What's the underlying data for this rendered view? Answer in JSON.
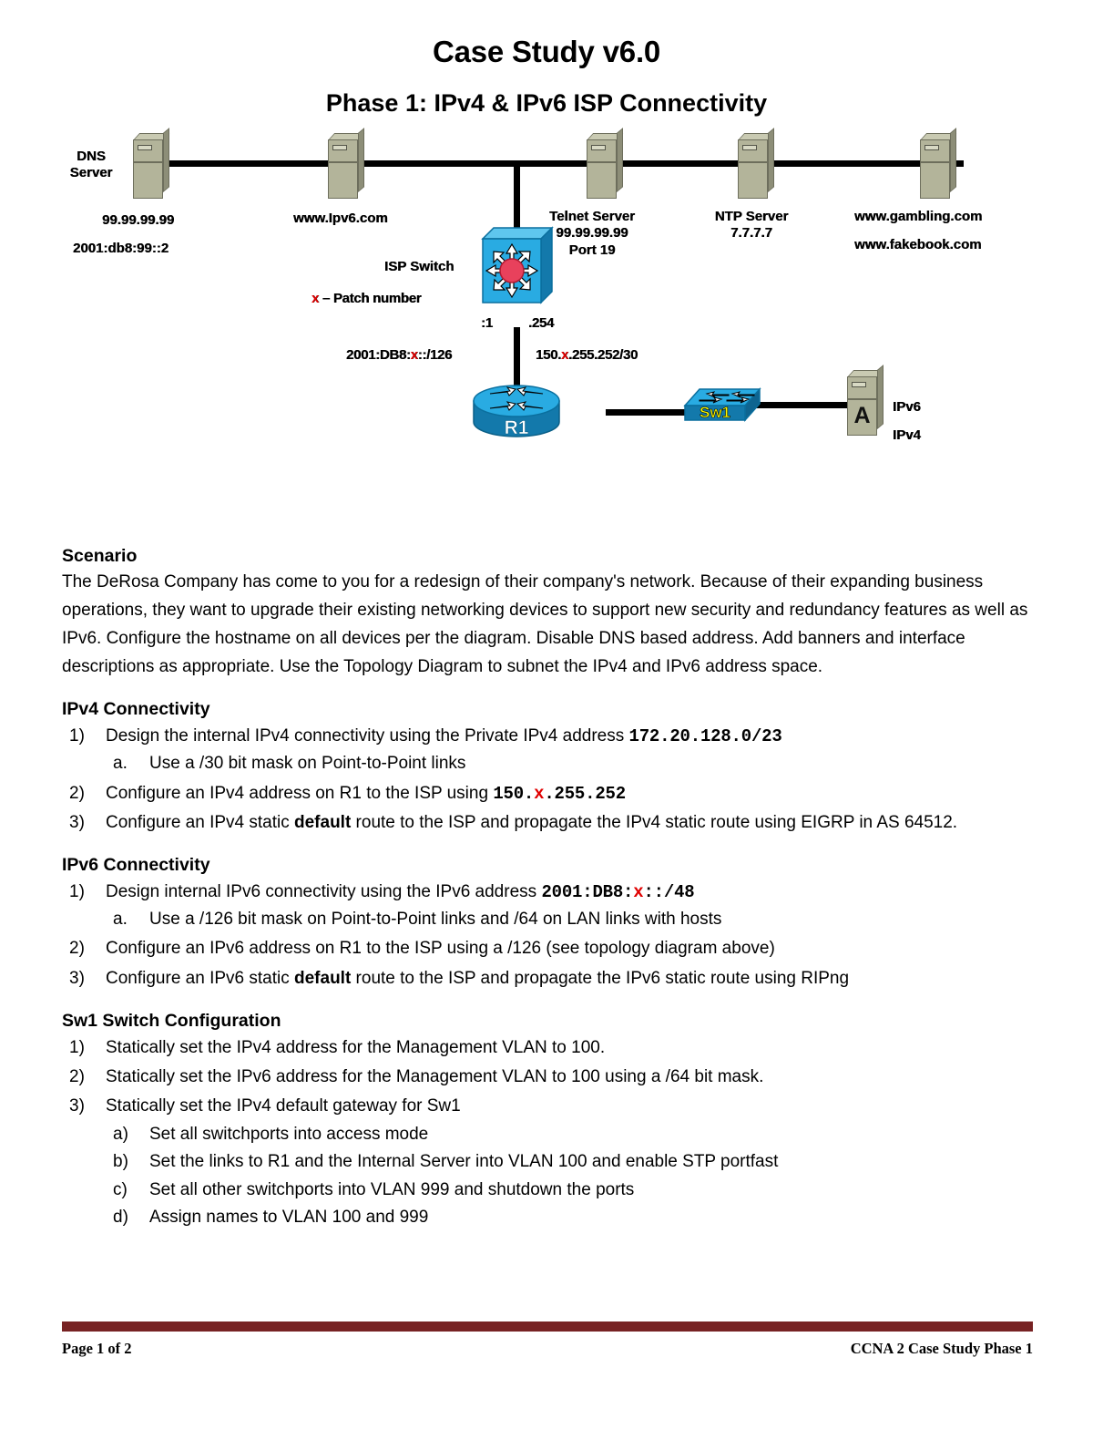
{
  "document": {
    "title": "Case Study v6.0",
    "subtitle": "Phase 1: IPv4 & IPv6 ISP Connectivity"
  },
  "diagram": {
    "dns_server_label_line1": "DNS",
    "dns_server_label_line2": "Server",
    "dns_ipv4": "99.99.99.99",
    "dns_ipv6": "2001:db8:99::2",
    "ipv6_site": "www.Ipv6.com",
    "telnet_server_label": "Telnet Server",
    "telnet_ipv4": "99.99.99.99",
    "telnet_port": "Port 19",
    "ntp_server_label": "NTP Server",
    "ntp_ipv4": "7.7.7.7",
    "gambling_site": "www.gambling.com",
    "fakebook_site": "www.fakebook.com",
    "isp_switch_label": "ISP Switch",
    "legend_x": "x",
    "legend_text": " – Patch number",
    "link_ipv6_host": ":1",
    "link_ipv4_host": ".254",
    "link_ipv6_prefix_a": "2001:DB8:",
    "link_ipv6_prefix_x": "x",
    "link_ipv6_prefix_b": "::/126",
    "link_ipv4_prefix_a": "150.",
    "link_ipv4_prefix_x": "x",
    "link_ipv4_prefix_b": ".255.252/30",
    "router_label": "R1",
    "switch_label": "Sw1",
    "host_label": "A",
    "host_ipv6": "IPv6",
    "host_ipv4": "IPv4",
    "colors": {
      "cisco_blue_light": "#29abe2",
      "cisco_blue_dark": "#1379ab",
      "server_tan": "#b3b49a",
      "accent_red": "#e00000",
      "switch_yellow": "#ffff00"
    }
  },
  "scenario": {
    "heading": "Scenario",
    "body": "The DeRosa Company has come to you for a redesign of their company's network. Because of their expanding business operations, they want to upgrade their existing networking devices to support new security and redundancy features as well as IPv6. Configure the hostname on all devices per the diagram. Disable DNS based address. Add banners and interface descriptions as appropriate. Use the Topology Diagram to subnet the IPv4 and IPv6 address space."
  },
  "ipv4_section": {
    "heading": "IPv4 Connectivity",
    "items": [
      {
        "num": "1)",
        "text_before": "Design the internal IPv4 connectivity using the Private IPv4 address ",
        "mono": "172.20.128.0/23",
        "text_after": "",
        "sub": [
          {
            "num": "a.",
            "text": "Use a /30 bit mask on Point-to-Point links"
          }
        ]
      },
      {
        "num": "2)",
        "text_before": "Configure an IPv4 address on R1 to the ISP using  ",
        "mono_a": "150.",
        "mono_x": "x",
        "mono_b": ".255.252",
        "sub": []
      },
      {
        "num": "3)",
        "text_before": "Configure an IPv4 static ",
        "bold": "default",
        "text_after": " route to the ISP and propagate the IPv4 static route using EIGRP in AS 64512.",
        "sub": []
      }
    ]
  },
  "ipv6_section": {
    "heading": "IPv6 Connectivity",
    "items": [
      {
        "num": "1)",
        "text_before": "Design  internal IPv6 connectivity using the IPv6 address ",
        "mono_a": "2001:DB8:",
        "mono_x": "x",
        "mono_b": "::/48",
        "sub": [
          {
            "num": "a.",
            "text": "Use a /126 bit mask on Point-to-Point links and /64 on LAN links with hosts"
          }
        ]
      },
      {
        "num": "2)",
        "text_before": "Configure an IPv6 address on R1 to the ISP using a /126 (see topology diagram above)",
        "sub": []
      },
      {
        "num": "3)",
        "text_before": "Configure an IPv6 static ",
        "bold": "default",
        "text_after": " route to the ISP and propagate the IPv6 static route using RIPng",
        "sub": []
      }
    ]
  },
  "sw1_section": {
    "heading": "Sw1 Switch Configuration",
    "items": [
      {
        "num": "1)",
        "text": "Statically set the IPv4 address for the Management VLAN to 100.",
        "sub": []
      },
      {
        "num": "2)",
        "text": "Statically set the IPv6 address for the Management VLAN to 100 using a /64 bit mask.",
        "sub": []
      },
      {
        "num": "3)",
        "text": "Statically set the IPv4 default gateway for Sw1",
        "sub": [
          {
            "num": "a)",
            "text": "Set all switchports into access mode"
          },
          {
            "num": "b)",
            "text": "Set the links to R1 and the Internal Server into VLAN 100 and enable STP portfast"
          },
          {
            "num": "c)",
            "text": "Set all other switchports into VLAN 999 and shutdown the ports"
          },
          {
            "num": "d)",
            "text": "Assign names to VLAN 100 and 999"
          }
        ]
      }
    ]
  },
  "footer": {
    "left": "Page 1 of 2",
    "right": "CCNA 2 Case Study Phase 1"
  }
}
